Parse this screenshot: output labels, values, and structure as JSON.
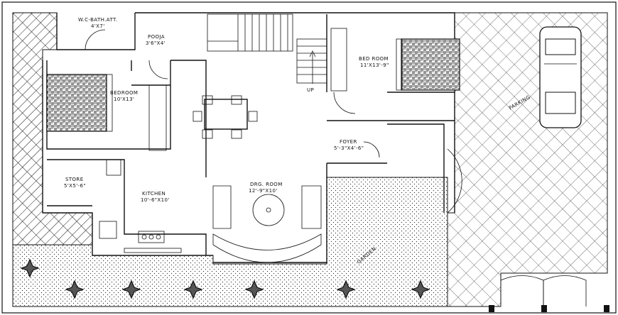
{
  "rooms": {
    "wc_bath": {
      "name": "W.C-BATH.ATT.",
      "size": "4'X7'"
    },
    "pooja": {
      "name": "POOJA",
      "size": "3'6\"X4'"
    },
    "bedroom_left": {
      "name": "BEDROOM",
      "size": "10'X13'"
    },
    "bedroom_right": {
      "name": "BED ROOM",
      "size": "11'X13'-9\""
    },
    "store": {
      "name": "STORE",
      "size": "5'X5'-6\""
    },
    "kitchen": {
      "name": "KITCHEN",
      "size": "10'-6\"X10'"
    },
    "drawing_room": {
      "name": "DRG. ROOM",
      "size": "12'-9\"X10'"
    },
    "foyer": {
      "name": "FOYER",
      "size": "5'-3\"X4'-6\""
    }
  },
  "labels": {
    "stair_up": "UP",
    "parking": "PARKING",
    "garden": "GARDEN"
  },
  "colors": {
    "line": "#111111",
    "background": "#ffffff"
  }
}
